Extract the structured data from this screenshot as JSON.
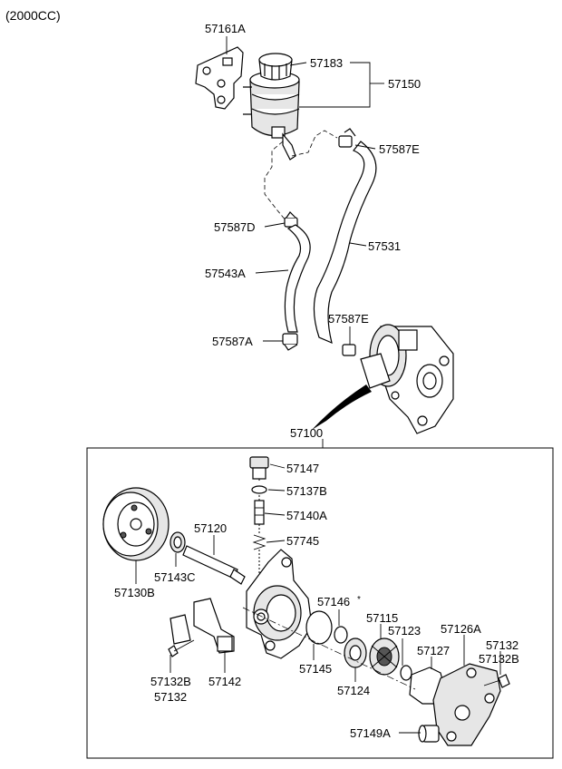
{
  "header": "(2000CC)",
  "labels": {
    "p57161A": "57161A",
    "p57183": "57183",
    "p57150": "57150",
    "p57587E_top": "57587E",
    "p57587D": "57587D",
    "p57531": "57531",
    "p57543A": "57543A",
    "p57587E_mid": "57587E",
    "p57587A": "57587A",
    "p57100": "57100",
    "p57147": "57147",
    "p57137B": "57137B",
    "p57140A": "57140A",
    "p57745": "57745",
    "p57120": "57120",
    "p57143C": "57143C",
    "p57130B": "57130B",
    "p57146": "57146",
    "p57115": "57115",
    "p57123": "57123",
    "p57126A": "57126A",
    "p57132_r": "57132",
    "p57132B_r": "57132B",
    "p57127": "57127",
    "p57145": "57145",
    "p57124": "57124",
    "p57132B_l": "57132B",
    "p57132_l": "57132",
    "p57142": "57142",
    "p57149A": "57149A"
  }
}
